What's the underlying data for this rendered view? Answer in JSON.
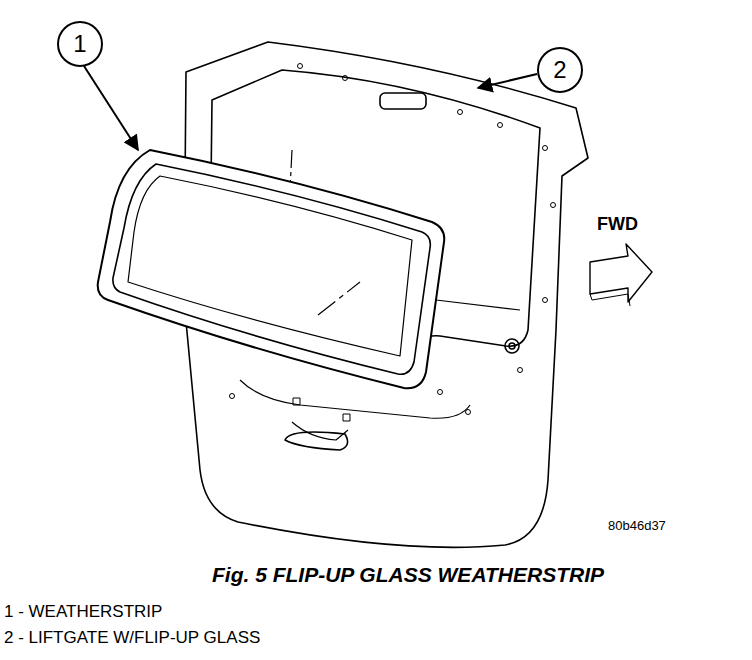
{
  "diagram": {
    "caption": "Fig. 5 FLIP-UP GLASS WEATHERSTRIP",
    "nodes": [
      {
        "text": [
          "1"
        ]
      },
      {
        "text": [
          "2"
        ]
      }
    ],
    "labels": [
      "FWD",
      "80b46d37",
      "1 - WEATHERSTRIP",
      "2 - LIFTGATE W/FLIP-UP GLASS"
    ]
  }
}
